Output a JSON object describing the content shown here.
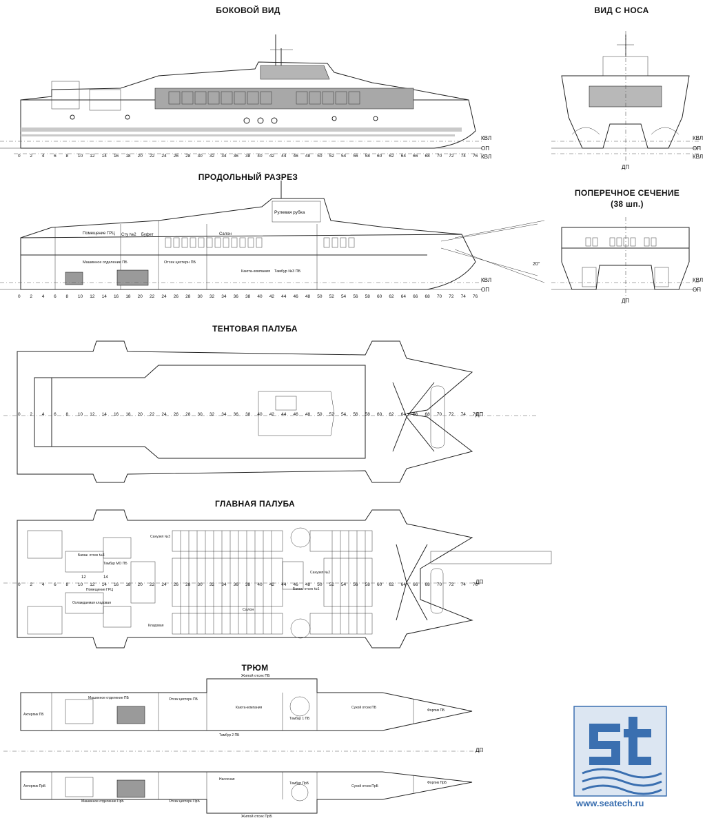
{
  "titles": {
    "side_view": "БОКОВОЙ ВИД",
    "bow_view": "ВИД С НОСА",
    "long_section": "ПРОДОЛЬНЫЙ РАЗРЕЗ",
    "cross_section_line1": "ПОПЕРЕЧНОЕ СЕЧЕНИЕ",
    "cross_section_line2": "(38 шп.)",
    "awning_deck": "ТЕНТОВАЯ ПАЛУБА",
    "main_deck": "ГЛАВНАЯ ПАЛУБА",
    "hold": "ТРЮМ"
  },
  "waterline_labels": {
    "kvl": "КВЛ",
    "op": "ОП",
    "dp": "ДП"
  },
  "frame_numbers": [
    "0",
    "2",
    "4",
    "6",
    "8",
    "10",
    "12",
    "14",
    "16",
    "18",
    "20",
    "22",
    "24",
    "26",
    "28",
    "30",
    "32",
    "34",
    "36",
    "38",
    "40",
    "42",
    "44",
    "46",
    "48",
    "50",
    "52",
    "54",
    "56",
    "58",
    "60",
    "62",
    "64",
    "66",
    "68",
    "70",
    "72",
    "74",
    "76"
  ],
  "section_labels": {
    "wheelhouse": "Рулевая рубка",
    "gpc_room": "Помещение ГРЦ",
    "ship_station": "Сту №2",
    "buffet": "Буфет",
    "salon": "Салон",
    "engine_room": "Машинное отделение ПБ",
    "tank_room": "Отсек цистерн ПБ",
    "crew_cabin": "Каюта-компания",
    "tambour": "Тамбур №3 ПБ",
    "angle": "20°"
  },
  "main_deck_labels": {
    "luggage3": "Багаж. отсек №3",
    "tambour_mo": "Тамбур МО ПБ",
    "gpc": "Помещение ГРЦ",
    "pantry": "Кладовая",
    "cool_store": "Охлаждаемая кладовая",
    "salon": "Салон",
    "luggage1": "Багаж. отсек №1",
    "wc3": "Санузел №3",
    "wc2": "Санузел №2",
    "frame12": "12",
    "frame14": "14"
  },
  "hold_labels": {
    "living_pb": "Жилой отсек ПБ",
    "living_prb": "Жилой отсек ПрБ",
    "engine_pb": "Машинное отделение ПБ",
    "engine_prb": "Машинное отделение ПрБ",
    "tanks_pb": "Отсек цистерн ПБ",
    "tanks_prb": "Отсек цистерн ПрБ",
    "crew_cabin": "Каюта-компания",
    "tambour1": "Тамбур 1 ПБ",
    "tambour2": "Тамбур 2 ПБ",
    "dry_pb": "Сухой отсек ПБ",
    "dry_prb": "Сухой отсек ПрБ",
    "fore_pb": "Форпик ПБ",
    "fore_prb": "Форпик ПрБ",
    "aft_pb": "Ахтерпик ПБ",
    "aft_prb": "Ахтерпик ПрБ",
    "pumps": "Насосная",
    "tambour_prb": "Тамбур ПрБ"
  },
  "logo": {
    "url": "www.seatech.ru",
    "accent_color": "#3a6fb0"
  }
}
